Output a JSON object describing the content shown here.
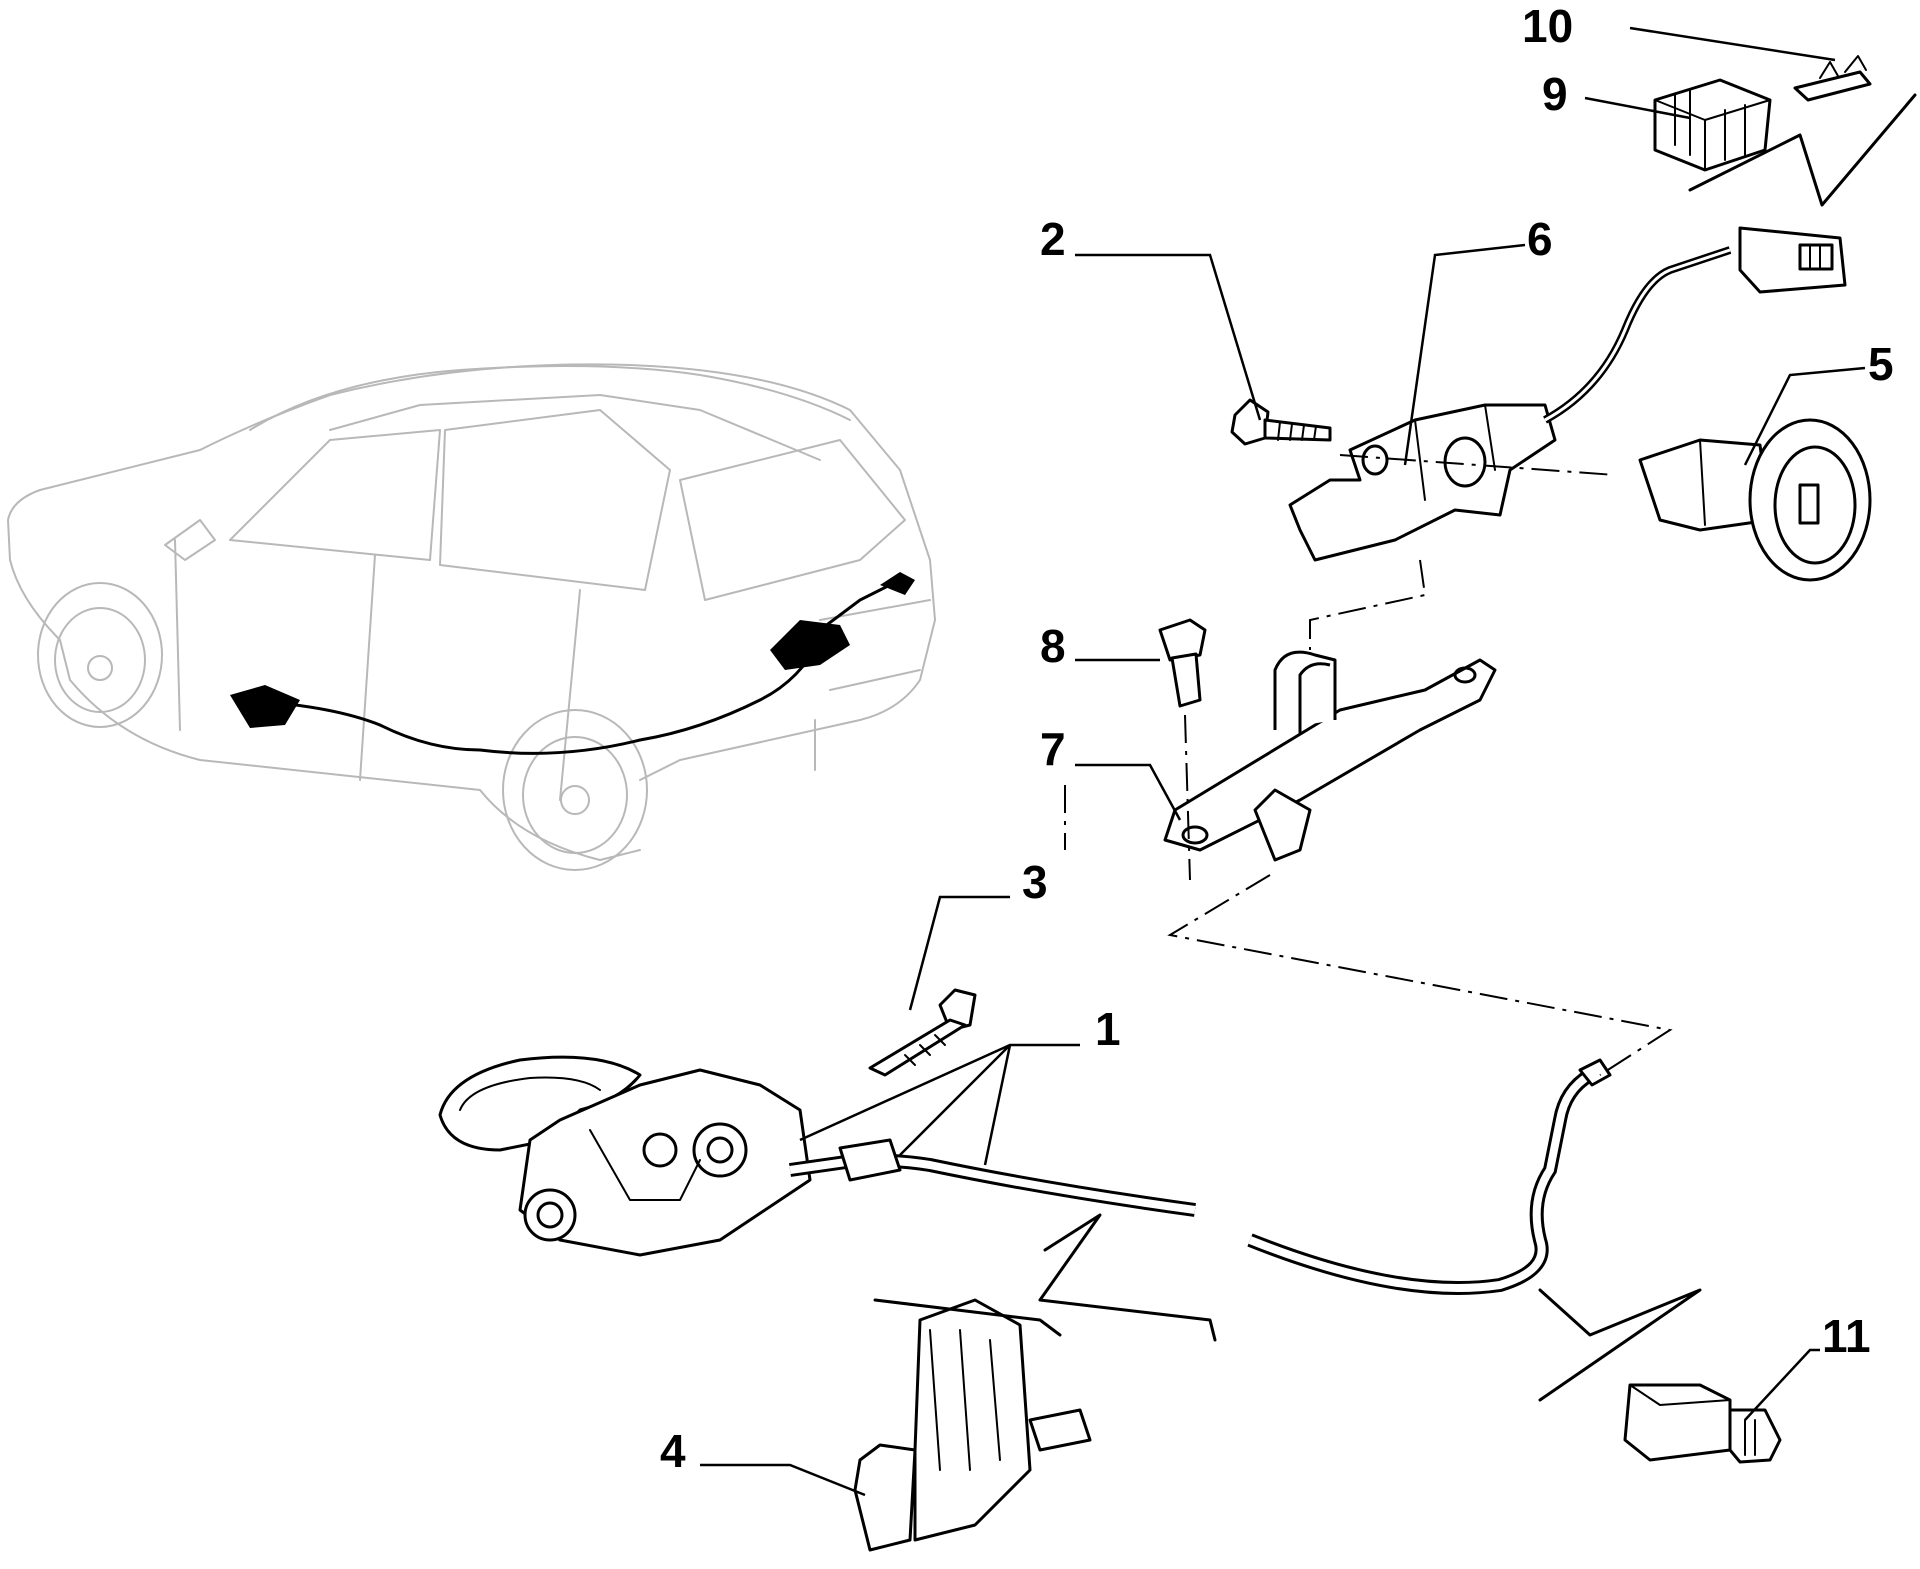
{
  "callouts": {
    "p1": "1",
    "p2": "2",
    "p3": "3",
    "p4": "4",
    "p5": "5",
    "p6": "6",
    "p7": "7",
    "p8": "8",
    "p9": "9",
    "p10": "10",
    "p11": "11"
  }
}
